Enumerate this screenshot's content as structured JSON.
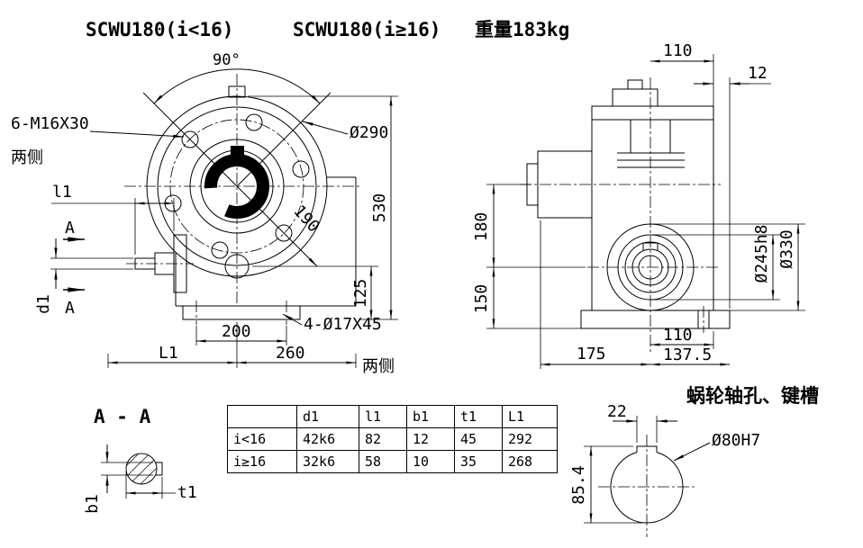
{
  "titles": {
    "model_low": "SCWU180(i<16)",
    "model_high": "SCWU180(i≥16)",
    "weight": "重量183kg"
  },
  "front_view": {
    "angle": "90°",
    "bolt_callout": "6-M16X30",
    "bolt_sides": "两侧",
    "flange_dia": "Ø290",
    "height": "530",
    "bolt_circle": "190",
    "shaft_height": "125",
    "base_holes_span": "200",
    "width_right": "260",
    "width_left": "L1",
    "shaft_len": "l1",
    "shaft_dia": "d1",
    "section_mark_top": "A",
    "section_mark_bottom": "A",
    "base_hole_callout": "4-Ø17X45",
    "base_hole_sides": "两侧"
  },
  "side_view": {
    "top_width": "110",
    "top_offset": "12",
    "axis_height_upper": "180",
    "axis_height_lower": "150",
    "boss_dia": "Ø245h8",
    "boss_outer_dia": "Ø330",
    "bottom_left": "175",
    "bottom_right_inner": "110",
    "bottom_right_outer": "137.5"
  },
  "section_view": {
    "label": "A - A",
    "key_width": "b1",
    "key_depth": "t1"
  },
  "keyway_detail": {
    "title": "蜗轮轴孔、键槽",
    "key_width": "22",
    "bore_dia": "Ø80H7",
    "key_height": "85.4"
  },
  "table": {
    "headers": [
      "",
      "d1",
      "l1",
      "b1",
      "t1",
      "L1"
    ],
    "rows": [
      [
        "i<16",
        "42k6",
        "82",
        "12",
        "45",
        "292"
      ],
      [
        "i≥16",
        "32k6",
        "58",
        "10",
        "35",
        "268"
      ]
    ]
  }
}
